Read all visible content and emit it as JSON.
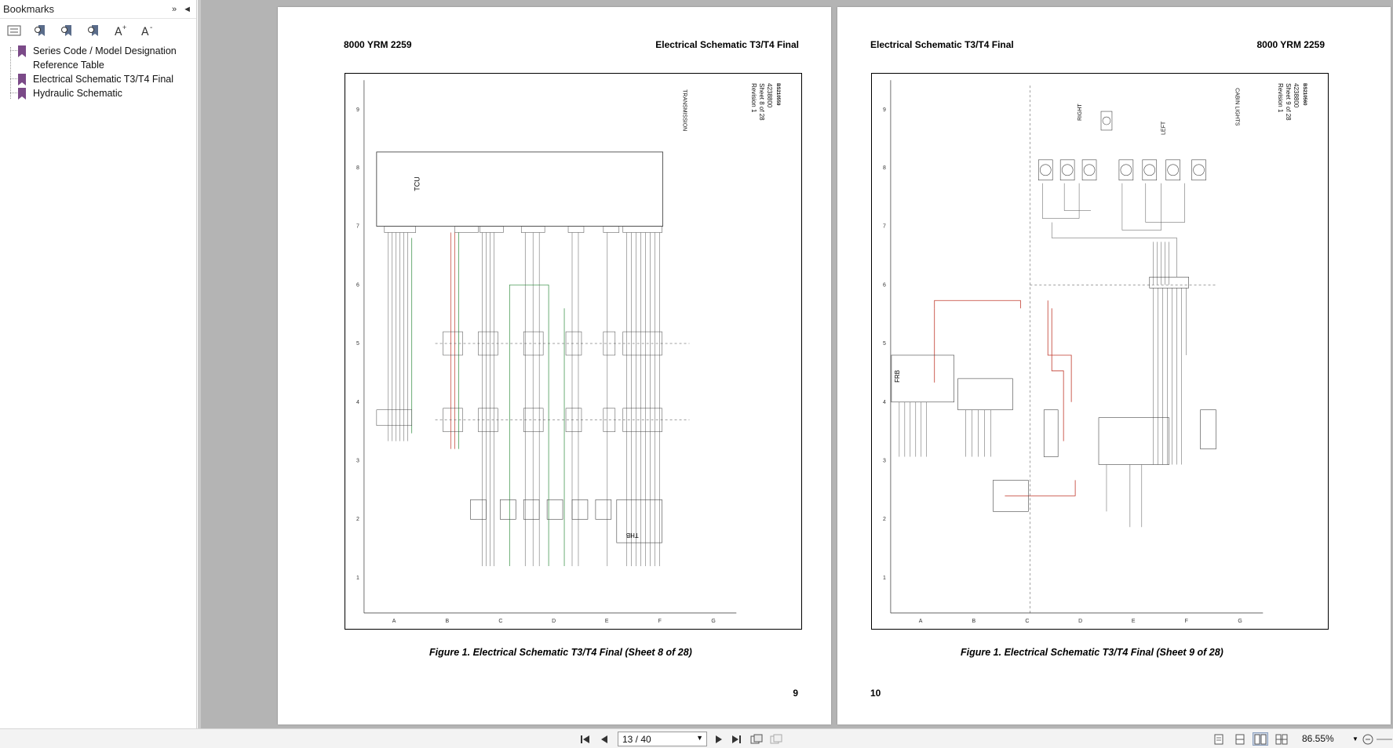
{
  "sidebar": {
    "title": "Bookmarks",
    "collapse_glyph": "»",
    "close_glyph": "◄",
    "toolbar_icons": [
      "bookmark-options-icon",
      "expand-bookmark-icon",
      "new-bookmark-icon",
      "find-bookmark-icon",
      "increase-text-size-icon",
      "decrease-text-size-icon"
    ],
    "items": [
      {
        "label": "Series Code / Model Designation"
      },
      {
        "label": "Reference Table"
      },
      {
        "label": "Electrical Schematic T3/T4 Final"
      },
      {
        "label": "Hydraulic Schematic"
      }
    ]
  },
  "pages": [
    {
      "header_left": "8000 YRM 2259",
      "header_right": "Electrical Schematic T3/T4 Final",
      "drawing_number": "4238800",
      "sheet": "Sheet 8 of 28",
      "revision": "Revision 1",
      "code": "BS210559",
      "section_title": "TRANSMISSION",
      "ecu_label": "TCU",
      "block_label": "THB",
      "caption": "Figure 1. Electrical Schematic T3/T4 Final (Sheet 8 of 28)",
      "page_number": "9"
    },
    {
      "header_left": "Electrical Schematic T3/T4 Final",
      "header_right": "8000 YRM 2259",
      "drawing_number": "4238800",
      "sheet": "Sheet 9 of 28",
      "revision": "Revision 1",
      "code": "BS210560",
      "section_title": "CABIN LIGHTS",
      "label_right": "RIGHT",
      "label_left": "LEFT",
      "fuse_box": "FRB",
      "caption": "Figure 1. Electrical Schematic T3/T4 Final (Sheet 9 of 28)",
      "page_number": "10"
    }
  ],
  "grid": {
    "rows": [
      "9",
      "8",
      "7",
      "6",
      "5",
      "4",
      "3",
      "2",
      "1"
    ],
    "cols": [
      "A",
      "B",
      "C",
      "D",
      "E",
      "F",
      "G"
    ]
  },
  "navigation": {
    "current_page": "13 / 40",
    "zoom": "86.55%"
  },
  "colors": {
    "viewer_bg": "#b4b4b4",
    "bookmark_flag": "#7b4a88",
    "wire_red": "#c0392b",
    "wire_green": "#2e8b3c"
  }
}
